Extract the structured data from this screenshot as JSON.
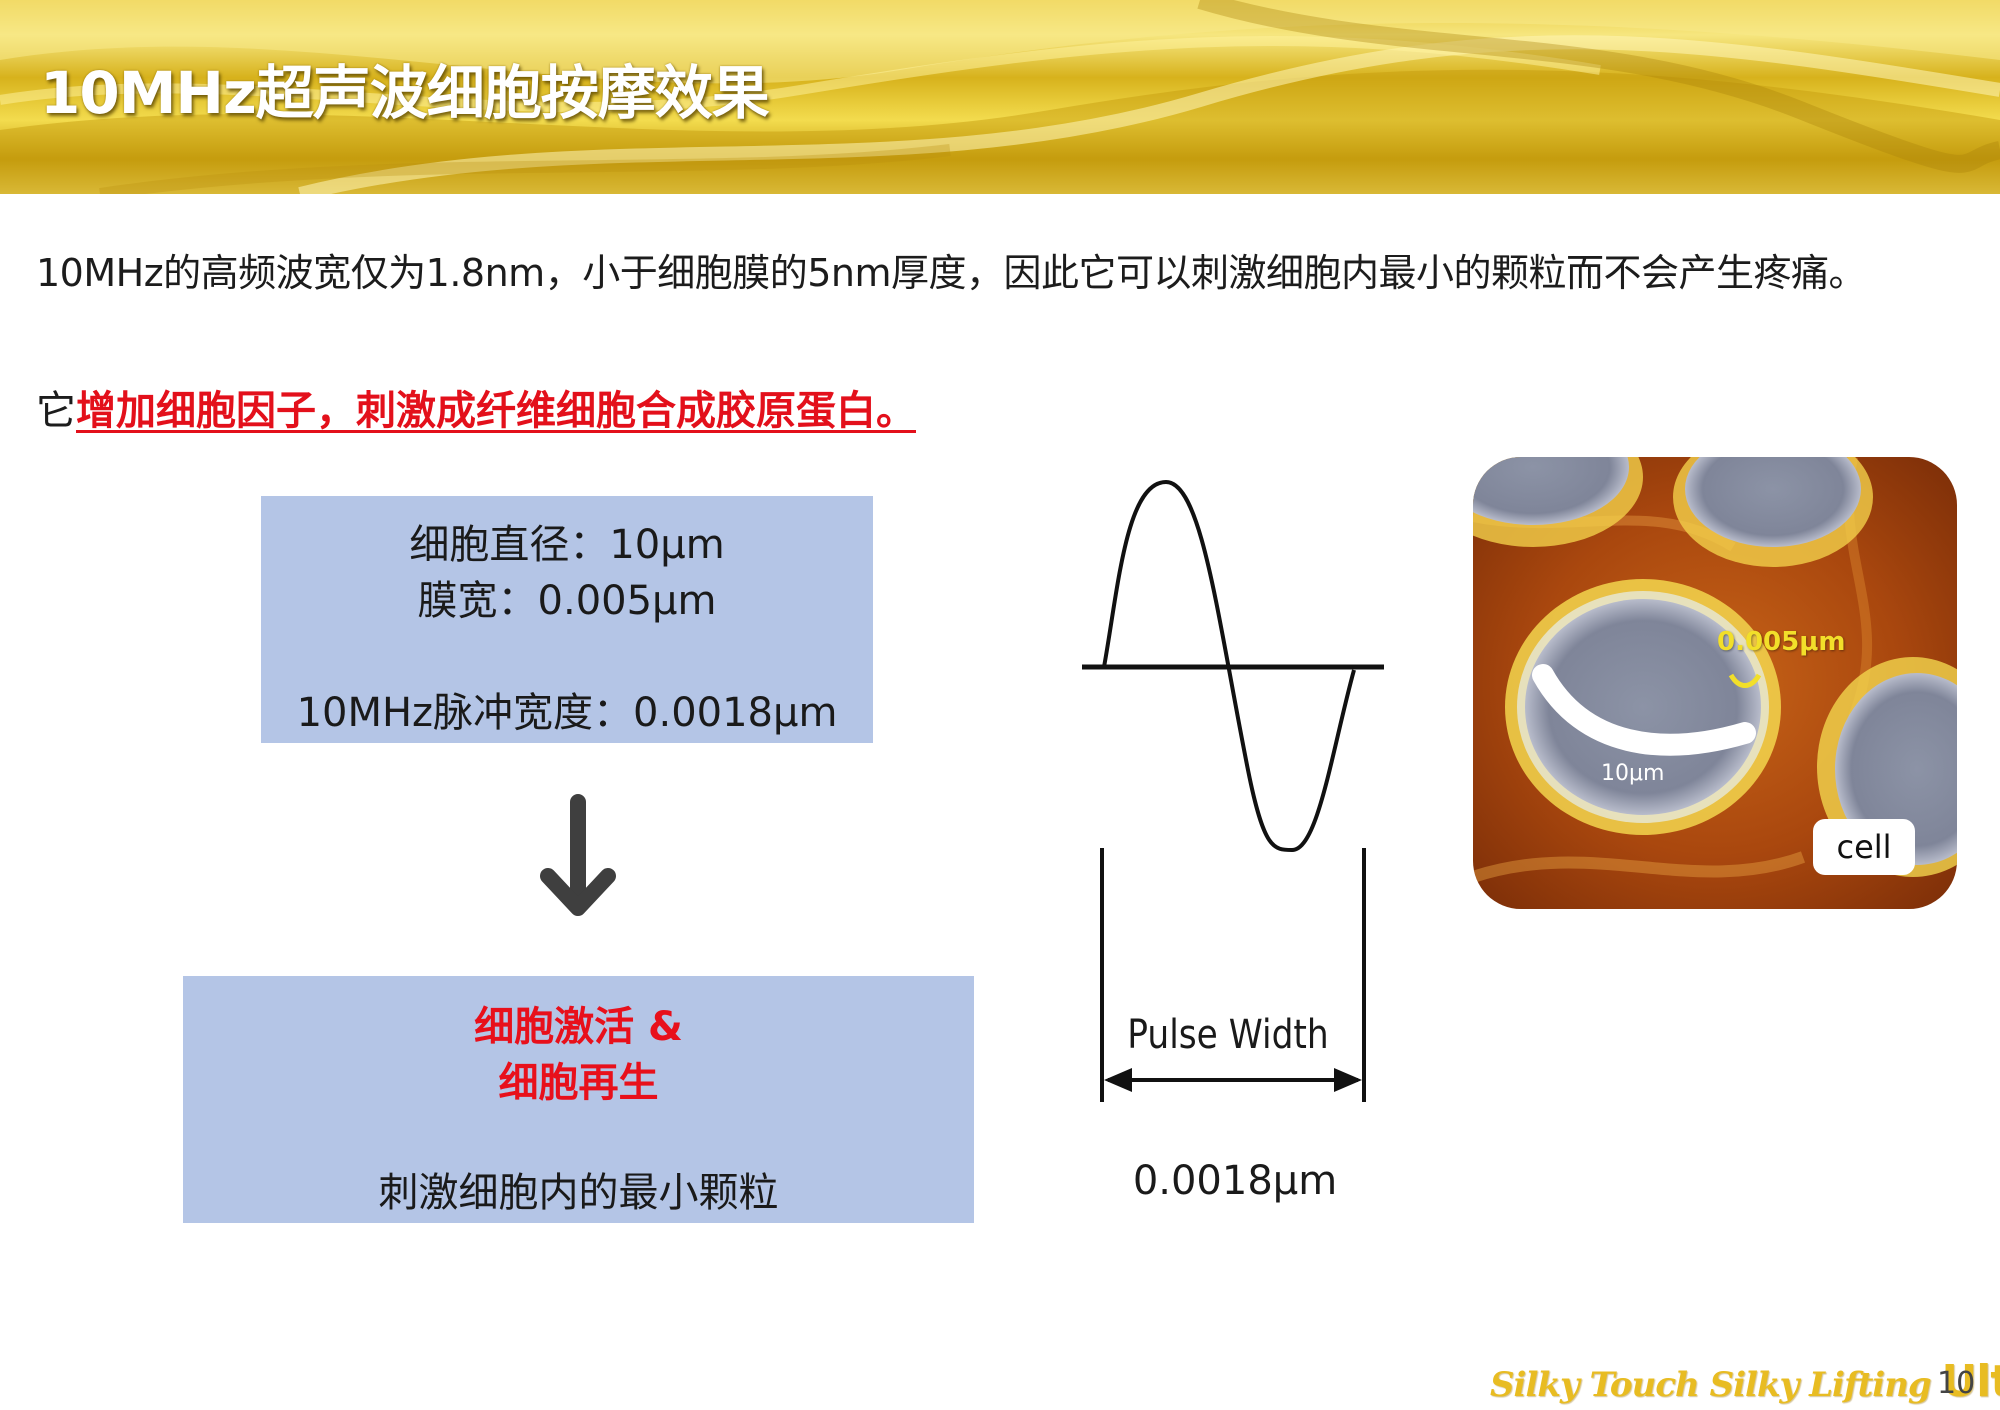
{
  "header": {
    "title": "10MHz超声波细胞按摩效果"
  },
  "intro_text": "10MHz的高频波宽仅为1.8nm，小于细胞膜的5nm厚度，因此它可以刺激细胞内最小的颗粒而不会产生疼痛。",
  "line2": {
    "prefix": "它",
    "highlight": "增加细胞因子，刺激成纤维细胞合成胶原蛋白。"
  },
  "info_box": {
    "cell_diameter": "细胞直径：10μm",
    "membrane_width": "膜宽：0.005μm",
    "pulse_width": "10MHz脉冲宽度：0.0018μm"
  },
  "result_box": {
    "line1": "细胞激活 &",
    "line2": "细胞再生",
    "line3": "刺激细胞内的最小颗粒"
  },
  "pulse_diagram": {
    "label": "Pulse Width",
    "value": "0.0018μm"
  },
  "cell_image": {
    "membrane_label": "0.005μm",
    "size_label": "10μm",
    "tag": "cell"
  },
  "footer": {
    "brand": "Silky Touch Silky Lifting",
    "brand_suffix": "Ultra",
    "page_number": "10"
  },
  "colors": {
    "accent_red": "#e3101b",
    "box_blue": "#b4c5e6",
    "gold": "#e8bc22"
  }
}
